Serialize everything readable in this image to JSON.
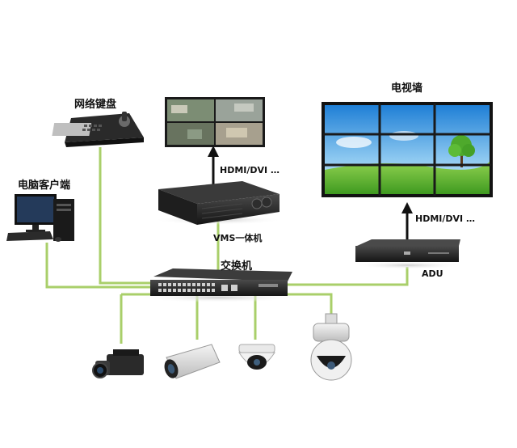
{
  "labels": {
    "keyboard": "网络键盘",
    "pc_client": "电脑客户端",
    "hdmi_left": "HDMI/DVI …",
    "vms": "VMS一体机",
    "switch": "交换机",
    "video_wall": "电视墙",
    "hdmi_right": "HDMI/DVI …",
    "adu": "ADU"
  },
  "colors": {
    "link_line": "#a9cf6a",
    "arrow": "#111111"
  }
}
